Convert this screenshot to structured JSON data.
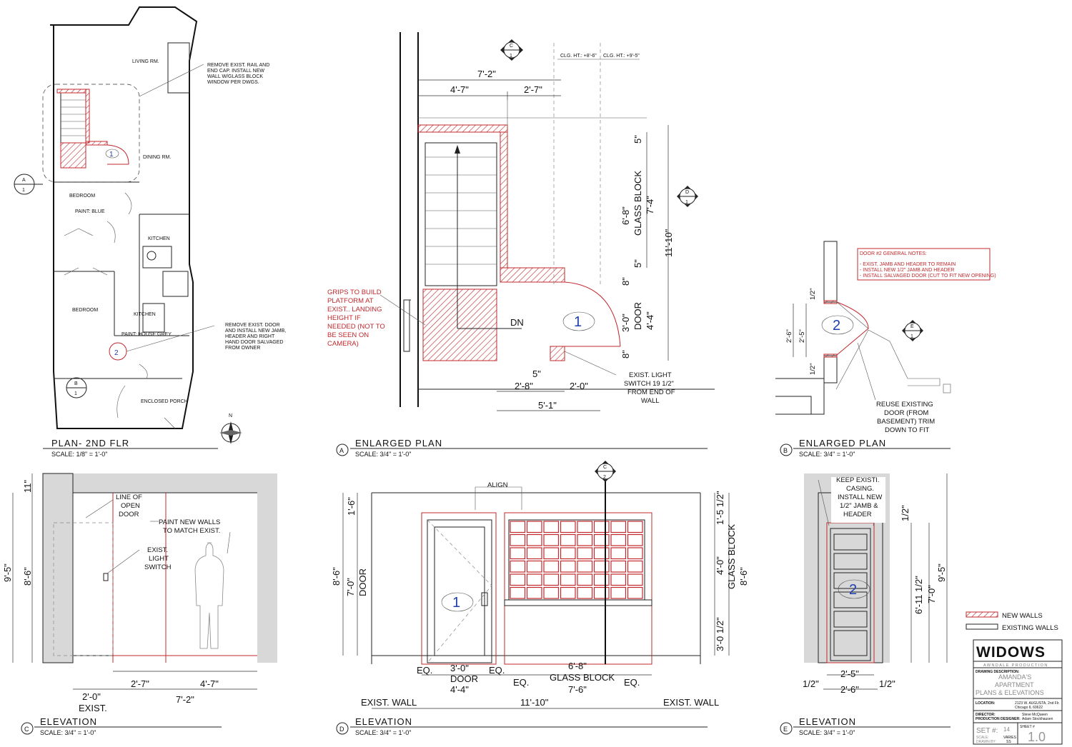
{
  "plan_2nd_flr": {
    "title": "PLAN- 2ND FLR",
    "scale": "SCALE: 1/8\" = 1'-0\"",
    "rooms": {
      "living": "LIVING RM.",
      "dining": "DINING RM.",
      "bedroom1": "BEDROOM",
      "paint_blue": "PAINT: BLUE",
      "kitchen_top": "KITCHEN",
      "bedroom2": "BEDROOM",
      "kitchen": "KITCHEN",
      "paint_grey": "PAINT: HOUSE GREY",
      "porch": "ENCLOSED PORCH"
    },
    "note_rail": [
      "REMOVE EXIST. RAIL AND",
      "END CAP.  INSTALL NEW",
      "WALL W/GLASS BLOCK",
      "WINDOW PER DWGS."
    ],
    "note_door": [
      "REMOVE EXIST. DOOR",
      "AND INSTALL NEW JAMB,",
      "HEADER AND RIGHT",
      "HAND DOOR SALVAGED",
      "FROM OWNER"
    ],
    "tag_a": {
      "letter": "A",
      "num": "1"
    },
    "tag_b": {
      "letter": "B",
      "num": "1"
    },
    "marker_1": "1",
    "marker_2": "2",
    "north": "N"
  },
  "enlarged_plan_a": {
    "title": "ENLARGED PLAN",
    "scale": "SCALE: 3/4\" = 1'-0\"",
    "view_letter": "A",
    "section_tag_c": {
      "letter": "C",
      "num": "1"
    },
    "section_tag_d": {
      "letter": "D",
      "num": "1"
    },
    "clg1": "CLG. HT.: +8'-6\"",
    "clg2": "CLG. HT.: +9'-5\"",
    "dims": {
      "overall_top": "7'-2\"",
      "left_top": "4'-7\"",
      "right_top": "2'-7\"",
      "five_top": "5\"",
      "gb_68": "6'-8\"",
      "gb_label": "GLASS BLOCK",
      "gb_74": "7'-4\"",
      "total": "11'-10\"",
      "five_bot": "5\"",
      "eight_top": "8\"",
      "door_30": "3'-0\"",
      "door_label": "DOOR",
      "door_44": "4'-4\"",
      "eight_bot": "8\"",
      "five_in": "5\"",
      "w_28": "2'-8\"",
      "w_20": "2'-0\"",
      "w_51": "5'-1\""
    },
    "dn_label": "DN",
    "door_marker": "1",
    "note_grips": [
      "GRIPS TO BUILD",
      "PLATFORM AT",
      "EXIST.. LANDING",
      "HEIGHT IF",
      "NEEDED (NOT TO",
      "BE SEEN ON",
      "CAMERA)"
    ],
    "note_switch": [
      "EXIST. LIGHT",
      "SWITCH 19 1/2\"",
      "FROM END OF",
      "WALL"
    ]
  },
  "enlarged_plan_b": {
    "title": "ENLARGED PLAN",
    "scale": "SCALE: 3/4\" = 1'-0\"",
    "view_letter": "B",
    "section_tag_e": {
      "letter": "E",
      "num": "1"
    },
    "notes_title": "DOOR #2 GENERAL NOTES:",
    "notes": [
      "- EXIST. JAMB AND HEADER TO REMAIN",
      "- INSTALL NEW 1/2\" JAMB AND HEADER",
      "- INSTALL SALVAGED DOOR (CUT TO FIT NEW OPENING)"
    ],
    "dims": {
      "half_top": "1/2\"",
      "d_26": "2'-6\"",
      "d_25": "2'-5\"",
      "half_bot": "1/2\""
    },
    "door_marker": "2",
    "note_reuse": [
      "REUSE EXISTING",
      "DOOR (FROM",
      "BASEMENT) TRIM",
      "DOWN TO FIT"
    ]
  },
  "elevation_c": {
    "title": "ELEVATION",
    "scale": "SCALE: 3/4\" = 1'-0\"",
    "view_letter": "C",
    "dims": {
      "d_11": "11\"",
      "d_95": "9'-5\"",
      "d_86": "8'-6\"",
      "d_27": "2'-7\"",
      "d_47": "4'-7\"",
      "d_20": "2'-0\"",
      "exist": "EXIST.",
      "d_72": "7'-2\""
    },
    "note_line": [
      "LINE OF",
      "OPEN",
      "DOOR"
    ],
    "note_paint": [
      "PAINT NEW WALLS",
      "TO MATCH EXIST."
    ],
    "note_switch": [
      "EXIST.",
      "LIGHT",
      "SWITCH"
    ]
  },
  "elevation_d": {
    "title": "ELEVATION",
    "scale": "SCALE: 3/4\" = 1'-0\"",
    "view_letter": "D",
    "section_tag_c2": {
      "letter": "C",
      "num": "2"
    },
    "align": "ALIGN",
    "dims": {
      "d_16": "1'-6\"",
      "d_86": "8'-6\"",
      "d_70": "7'-0\"",
      "door": "DOOR",
      "d_15h": "1'-5 1/2\"",
      "d_40": "4'-0\"",
      "glass_block": "GLASS BLOCK",
      "d_86r": "8'-6\"",
      "d_30h": "3'-0 1/2\"",
      "eq1": "EQ.",
      "d_30": "3'-0\"",
      "door2": "DOOR",
      "eq2": "EQ.",
      "d_44": "4'-4\"",
      "d_68": "6'-8\"",
      "glass_block2": "GLASS BLOCK",
      "eq3": "EQ.",
      "d_76": "7'-6\"",
      "eq4": "EQ.",
      "exist_wall_l": "EXIST. WALL",
      "d_1110": "11'-10\"",
      "exist_wall_r": "EXIST. WALL"
    },
    "door_marker": "1"
  },
  "elevation_e": {
    "title": "ELEVATION",
    "scale": "SCALE: 3/4\" = 1'-0\"",
    "view_letter": "E",
    "note_keep": [
      "KEEP EXISTI.",
      "CASING.",
      "INSTALL NEW",
      "1/2\" JAMB &",
      "HEADER"
    ],
    "dims": {
      "half_r": "1/2\"",
      "d_611": "6'-11 1/2\"",
      "d_70": "7'-0\"",
      "d_95": "9'-5\"",
      "d_25": "2'-5\"",
      "d_26": "2'-6\"",
      "half_l": "1/2\"",
      "half_rr": "1/2\""
    },
    "door_marker": "2"
  },
  "legend": {
    "new_walls": "NEW WALLS",
    "existing_walls": "EXISTING WALLS"
  },
  "title_block": {
    "company": "WIDOWS",
    "sub": "AWNDALE PRODUCTION",
    "desc_label": "DRAWING DESCRIPTION:",
    "desc": [
      "AMANDA'S",
      "APARTMENT",
      "PLANS & ELEVATIONS"
    ],
    "location_label": "LOCATION:",
    "location": [
      "2123 W. AUGUSTA, 2nd Flr.",
      "Chicago IL  60622"
    ],
    "director_label": "DIRECTOR:",
    "director": "Steve McQueen",
    "pd_label": "PRODUCTION DESIGNER:",
    "pd": "Adam Stockhausen",
    "set_label": "SET #:",
    "set": "14",
    "sheet_label": "SHEET #",
    "sheet": "1.0",
    "scale_label": "SCALE:",
    "scale": "VARIES",
    "drawn_label": "DRAWN BY:",
    "drawn": "SS"
  },
  "colors": {
    "new_wall": "#c0282d",
    "marker_text": "#1f3fb0",
    "existing": "#222222"
  }
}
